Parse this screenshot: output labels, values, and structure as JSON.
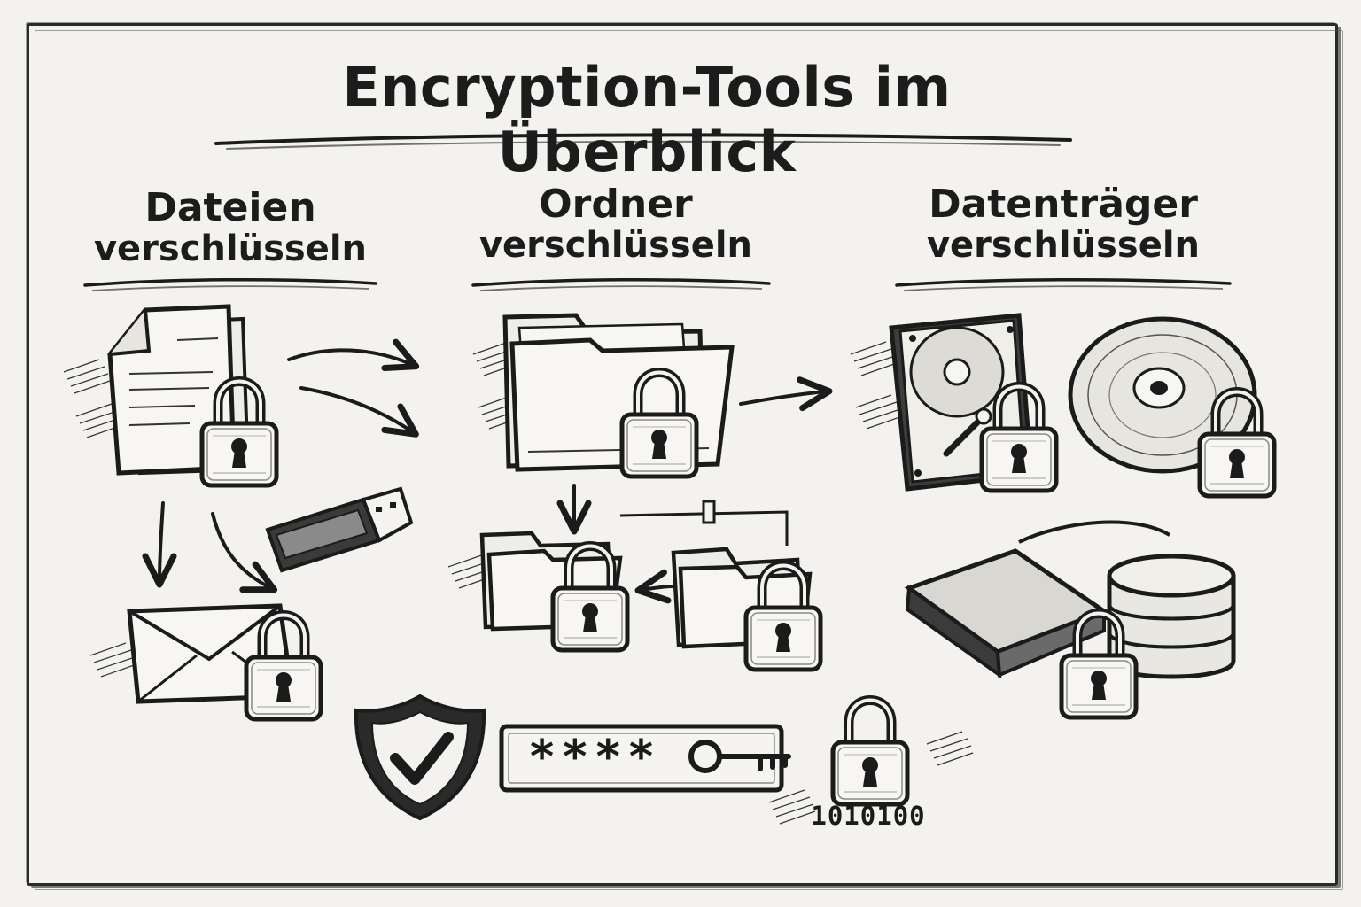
{
  "title": "Encryption-Tools im Überblick",
  "sections": {
    "files": {
      "line1": "Dateien",
      "line2": "verschlüsseln"
    },
    "folders": {
      "line1": "Ordner",
      "line2": "verschlüsseln"
    },
    "drives": {
      "line1": "Datenträger",
      "line2": "verschlüsseln"
    }
  },
  "bottom": {
    "password_mask": "****",
    "binary": "1010100"
  },
  "icons": [
    "document-icon",
    "usb-stick-icon",
    "envelope-icon",
    "folder-icon",
    "subfolder-icon",
    "hard-drive-icon",
    "disc-icon",
    "external-drive-icon",
    "database-icon",
    "shield-check-icon",
    "password-field-icon",
    "key-icon",
    "padlock-icon"
  ],
  "colors": {
    "ink": "#1b1b1b",
    "paper": "#f3f2ee"
  }
}
